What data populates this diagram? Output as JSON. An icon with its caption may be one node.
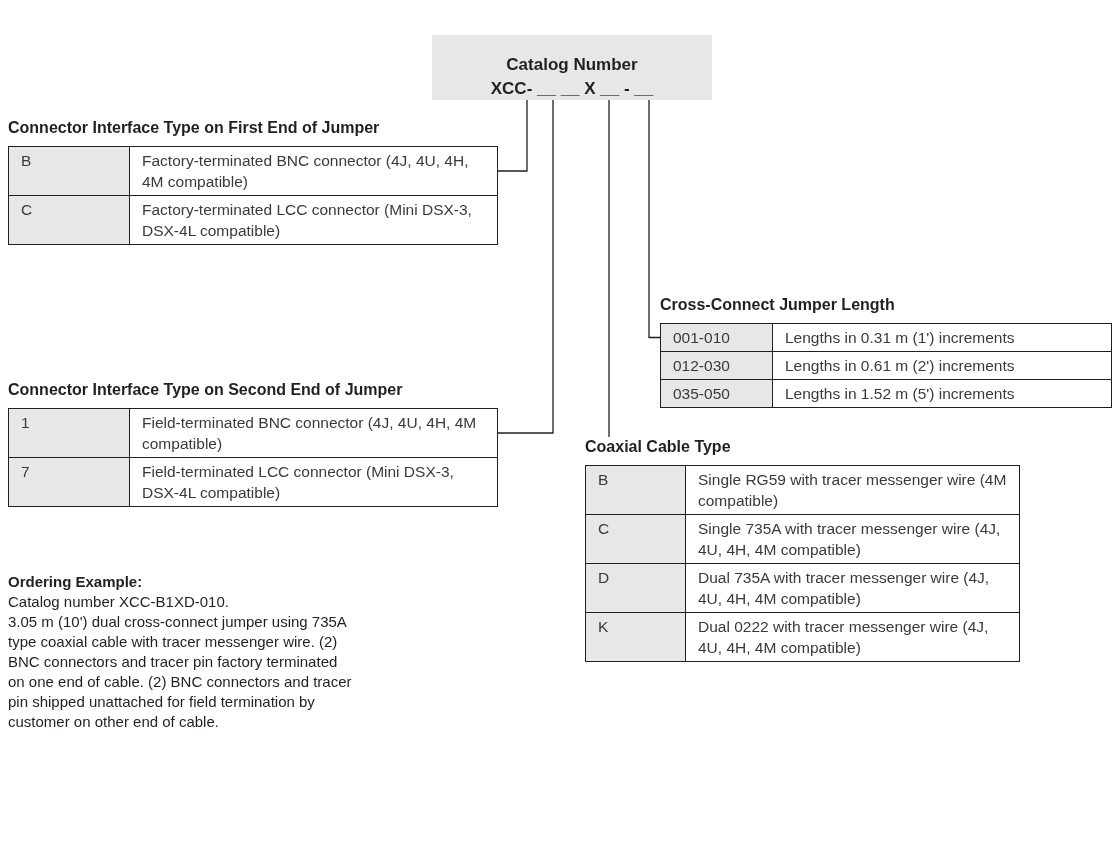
{
  "diagram": {
    "nodes": [
      {
        "text": [
          "Catalog Number",
          "XCC- __ __ X __ - __"
        ]
      },
      {
        "text": [
          "Connector Interface Type on First End of Jumper",
          "B",
          "Factory-terminated BNC connector (4J, 4U, 4H, 4M compatible)",
          "C",
          "Factory-terminated LCC connector (Mini DSX-3, DSX-4L compatible)"
        ]
      },
      {
        "text": [
          "Cross-Connect Jumper Length",
          "001-010",
          "Lengths in 0.31 m (1') increments",
          "012-030",
          "Lengths in 0.61 m (2') increments",
          "035-050",
          "Lengths in 1.52 m (5') increments"
        ]
      },
      {
        "text": [
          "Connector Interface Type on Second End of Jumper",
          "1",
          "Field-terminated BNC connector (4J, 4U, 4H, 4M compatible)",
          "7",
          "Field-terminated LCC connector (Mini DSX-3, DSX-4L compatible)"
        ]
      },
      {
        "text": [
          "Coaxial Cable Type",
          "B",
          "Single RG59 with tracer messenger wire (4M compatible)",
          "C",
          "Single 735A with tracer messenger wire (4J, 4U, 4H, 4M compatible)",
          "D",
          "Dual 735A with tracer messenger wire (4J, 4U, 4H, 4M compatible)",
          "K",
          "Dual 0222 with tracer messenger wire (4J, 4U, 4H, 4M compatible)"
        ]
      }
    ],
    "edges": [
      {
        "from": 0,
        "to": 1,
        "arrow": "none"
      },
      {
        "from": 0,
        "to": 3,
        "arrow": "none"
      },
      {
        "from": 0,
        "to": 4,
        "arrow": "none"
      },
      {
        "from": 0,
        "to": 2,
        "arrow": "none"
      }
    ],
    "labels": [
      "Ordering Example:",
      "Catalog number XCC-B1XD-010.",
      "3.05 m (10') dual cross-connect jumper using 735A type coaxial cable with tracer messenger wire. (2) BNC connectors and tracer pin factory terminated on one end of cable. (2) BNC connectors and tracer pin shipped unattached for field termination by customer on other end of cable."
    ]
  }
}
